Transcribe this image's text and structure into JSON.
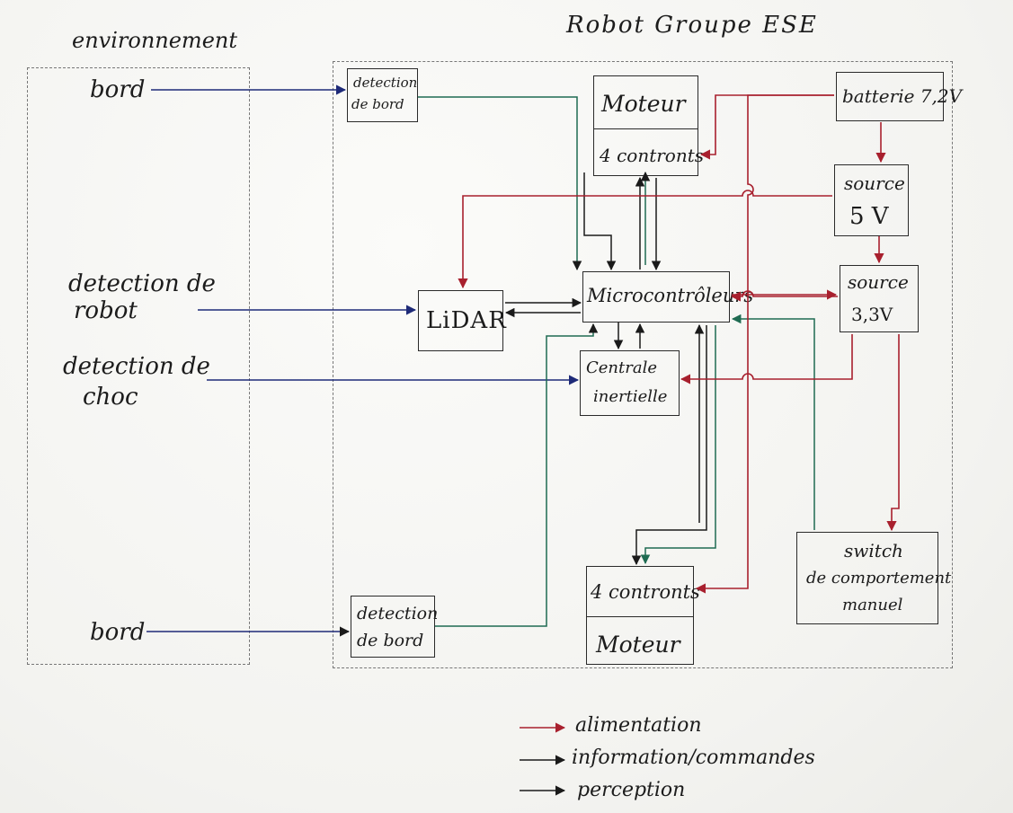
{
  "title": "Robot Groupe ESE",
  "environment_label": "environnement",
  "inputs": {
    "bord_top": "bord",
    "detection_robot": [
      "detection de",
      "robot"
    ],
    "detection_choc": [
      "detection de",
      "choc"
    ],
    "bord_bottom": "bord"
  },
  "blocks": {
    "edge_detect_top": [
      "detection",
      "de bord"
    ],
    "edge_detect_bottom": [
      "detection",
      "de bord"
    ],
    "motor_top": {
      "name": "Moteur",
      "driver": "4 contronts"
    },
    "motor_bottom": {
      "name": "Moteur",
      "driver": "4 contronts"
    },
    "battery": "batterie 7,2V",
    "source5": [
      "source",
      "5 V"
    ],
    "source33": [
      "source",
      "3,3V"
    ],
    "lidar": "LiDAR",
    "mcu": "Microcontrôleurs",
    "imu": [
      "Centrale",
      "inertielle"
    ],
    "switch": [
      "switch",
      "de comportement",
      "manuel"
    ]
  },
  "legend": [
    {
      "label": "alimentation",
      "color": "#a8202e"
    },
    {
      "label": "information/commandes",
      "color": "#1a1a1a"
    },
    {
      "label": "perception",
      "color": "#1a1a1a"
    }
  ],
  "colors": {
    "power": "#a8202e",
    "control": "#1a1a1a",
    "perception": "#1e2a78",
    "signal": "#1f6b52"
  }
}
